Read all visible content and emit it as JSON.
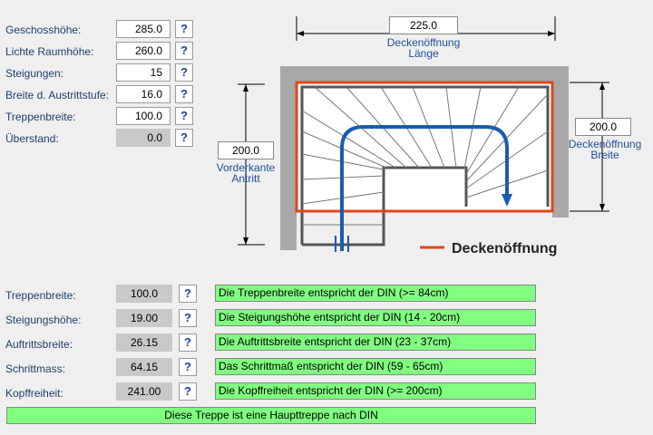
{
  "inputs": [
    {
      "label": "Geschosshöhe:",
      "value": "285.0"
    },
    {
      "label": "Lichte Raumhöhe:",
      "value": "260.0"
    },
    {
      "label": "Steigungen:",
      "value": "15"
    },
    {
      "label": "Breite d. Austrittstufe:",
      "value": "16.0"
    },
    {
      "label": "Treppenbreite:",
      "value": "100.0"
    },
    {
      "label": "Überstand:",
      "value": "0.0"
    }
  ],
  "help_symbol": "?",
  "diagram": {
    "opening_length_value": "225.0",
    "opening_length_label_1": "Deckenöffnung",
    "opening_length_label_2": "Länge",
    "opening_width_value": "200.0",
    "opening_width_label_1": "Deckenöffnung",
    "opening_width_label_2": "Breite",
    "front_edge_value": "200.0",
    "front_edge_label_1": "Vorderkante",
    "front_edge_label_2": "Antritt",
    "legend_label": "Deckenöffnung",
    "legend_color": "#e2461a"
  },
  "results": [
    {
      "label": "Treppenbreite:",
      "value": "100.0",
      "message": "Die Treppenbreite entspricht der DIN (>= 84cm)"
    },
    {
      "label": "Steigungshöhe:",
      "value": "19.00",
      "message": "Die Steigungshöhe entspricht der DIN (14 - 20cm)"
    },
    {
      "label": "Auftrittsbreite:",
      "value": "26.15",
      "message": "Die Auftrittsbreite entspricht der DIN (23 - 37cm)"
    },
    {
      "label": "Schrittmass:",
      "value": "64.15",
      "message": "Das Schrittmaß entspricht der DIN (59 - 65cm)"
    },
    {
      "label": "Kopffreiheit:",
      "value": "241.00",
      "message": "Die Kopffreiheit entspricht der DIN (>= 200cm)"
    }
  ],
  "final_message": "Diese Treppe ist eine Haupttreppe nach DIN",
  "colors": {
    "ok": "#80ff80",
    "arrow": "#1a5cb0",
    "wall": "#a8a8a8"
  }
}
